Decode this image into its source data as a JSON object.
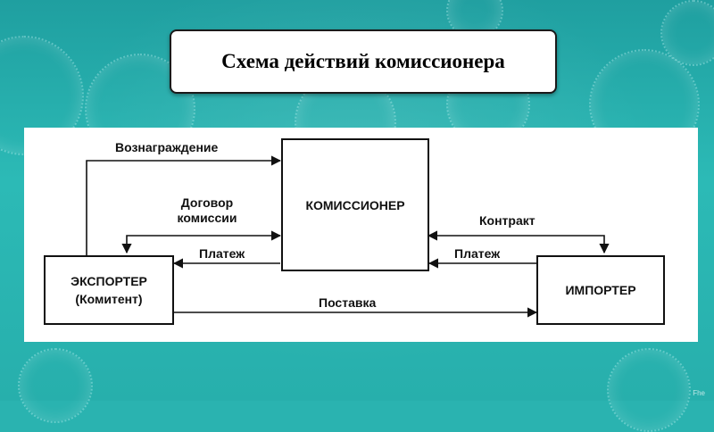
{
  "slide": {
    "title": "Схема действий комиссионера",
    "watermark": "Fhe"
  },
  "diagram": {
    "nodes": {
      "commissioner": "КОМИССИОНЕР",
      "exporter_line1": "ЭКСПОРТЕР",
      "exporter_line2": "(Комитент)",
      "importer": "ИМПОРТЕР"
    },
    "edges": {
      "reward": "Вознаграждение",
      "commission_contract_line1": "Договор",
      "commission_contract_line2": "комиссии",
      "payment_left": "Платеж",
      "contract": "Контракт",
      "payment_right": "Платеж",
      "delivery": "Поставка"
    }
  }
}
